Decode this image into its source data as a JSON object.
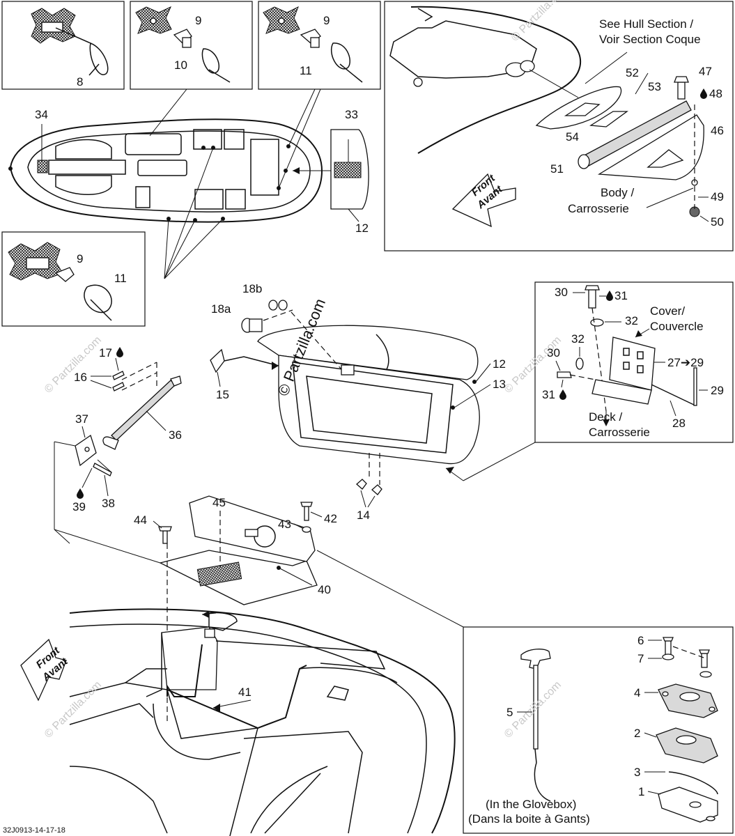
{
  "callouts": {
    "c1": "1",
    "c2": "2",
    "c3": "3",
    "c4": "4",
    "c5": "5",
    "c6": "6",
    "c7": "7",
    "c8": "8",
    "c9a": "9",
    "c9b": "9",
    "c9c": "9",
    "c10": "10",
    "c11a": "11",
    "c11b": "11",
    "c12a": "12",
    "c12b": "12",
    "c13": "13",
    "c14": "14",
    "c15": "15",
    "c16": "16",
    "c17": "17",
    "c18a": "18a",
    "c18b": "18b",
    "c27": "27➔29",
    "c28": "28",
    "c29": "29",
    "c30a": "30",
    "c30b": "30",
    "c31a": "31",
    "c31b": "31",
    "c32a": "32",
    "c32b": "32",
    "c33": "33",
    "c34": "34",
    "c36": "36",
    "c37": "37",
    "c38": "38",
    "c39": "39",
    "c40": "40",
    "c41": "41",
    "c42": "42",
    "c43": "43",
    "c44": "44",
    "c45": "45",
    "c46": "46",
    "c47": "47",
    "c48": "48",
    "c49": "49",
    "c50": "50",
    "c51": "51",
    "c52": "52",
    "c53": "53",
    "c54": "54"
  },
  "labels": {
    "hull_line1": "See Hull Section /",
    "hull_line2": "Voir Section Coque",
    "body_line1": "Body /",
    "body_line2": "Carrosserie",
    "cover_line1": "Cover/",
    "cover_line2": "Couvercle",
    "deck_line1": "Deck /",
    "deck_line2": "Carrosserie",
    "glove_line1": "(In the Glovebox)",
    "glove_line2": "(Dans la boite à Gants)",
    "front_line1": "Front",
    "front_line2": "Avant"
  },
  "watermark": {
    "diagonal": "© Partzilla.com",
    "faint": "© Partzilla.com"
  },
  "footer_code": "32J0913-14-17-18",
  "icons": [
    "loctite-drop-icon",
    "front-arrow-icon"
  ],
  "colors": {
    "line": "#111111",
    "background": "#ffffff",
    "shade": "#d9d9d9"
  }
}
